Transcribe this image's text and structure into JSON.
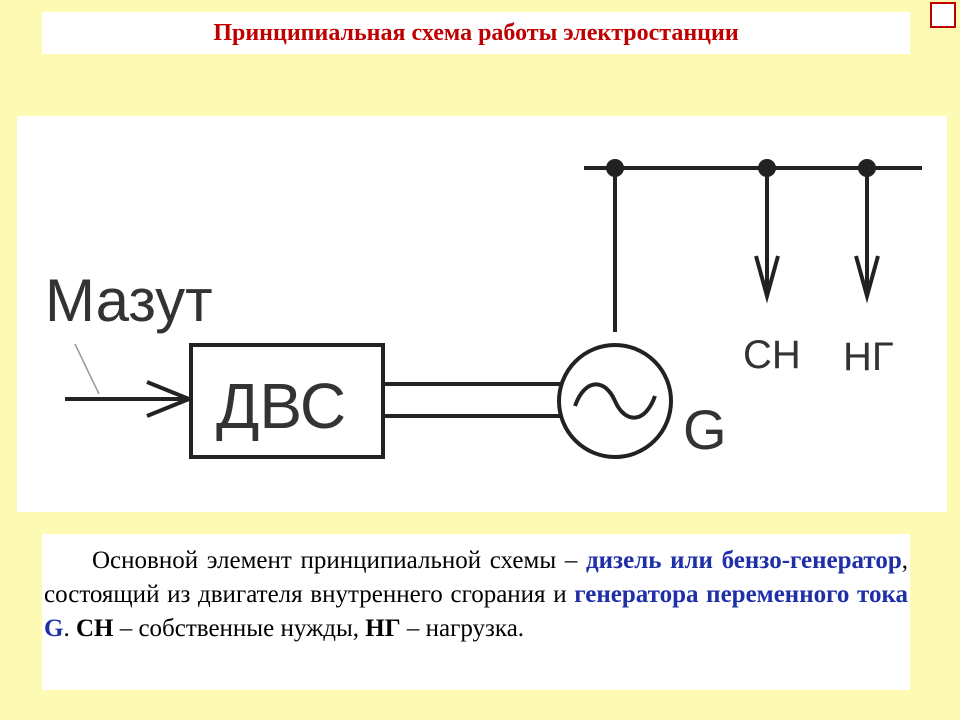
{
  "title": "Принципиальная схема работы электростанции",
  "diagram": {
    "fuel_label": "Мазут",
    "engine_label": "ДВС",
    "generator_label": "G",
    "aux_label": "СН",
    "load_label": "НГ"
  },
  "description": {
    "p1": "Основной элемент принципиальной схемы – ",
    "hl1": "дизель или бензо-генератор",
    "p2": ", состоящий из двигателя внутреннего сгорания и ",
    "hl2": "генератора переменного тока G",
    "p3": ". ",
    "b1": "СН",
    "p4": " – собственные нужды, ",
    "b2": "НГ",
    "p5": " – нагрузка."
  },
  "colors": {
    "background": "#fdfab4",
    "title": "#c00000",
    "highlight": "#1f2fa8"
  }
}
